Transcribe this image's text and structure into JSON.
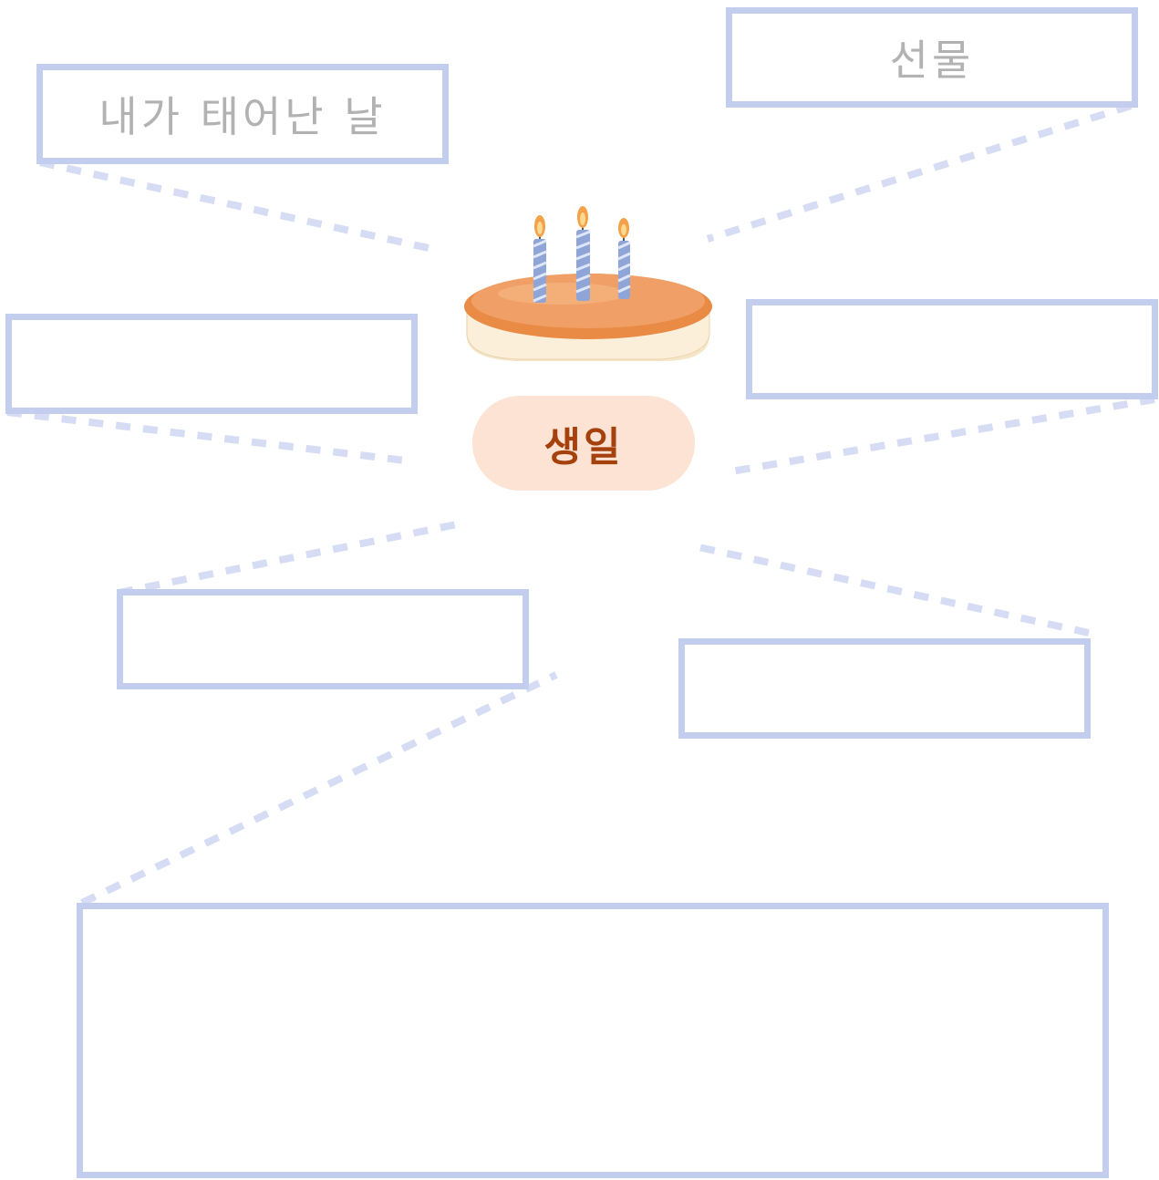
{
  "center": {
    "label": "생일"
  },
  "boxes": [
    {
      "text": "내가 태어난 날"
    },
    {
      "text": "선물"
    },
    {
      "text": ""
    },
    {
      "text": ""
    },
    {
      "text": ""
    },
    {
      "text": ""
    },
    {
      "text": ""
    }
  ],
  "colors": {
    "box_border": "#c3cdee",
    "connector": "#d6dcf3",
    "box_text": "#b2b2b2",
    "center_fill": "#fde3d3",
    "center_text": "#a5410d"
  },
  "icons": [
    "birthday-cake-icon"
  ]
}
